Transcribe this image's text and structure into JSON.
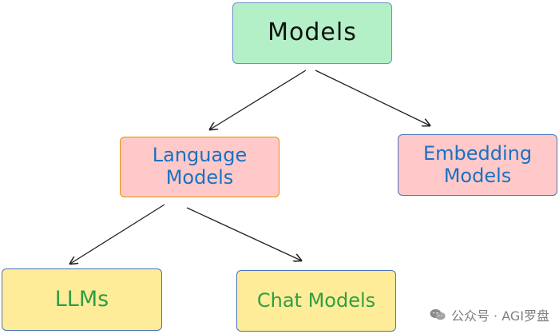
{
  "diagram": {
    "nodes": {
      "models": {
        "lines": [
          "Models"
        ]
      },
      "language_models": {
        "lines": [
          "Language",
          "Models"
        ]
      },
      "embedding_models": {
        "lines": [
          "Embedding",
          "Models"
        ]
      },
      "llms": {
        "lines": [
          "LLMs"
        ]
      },
      "chat_models": {
        "lines": [
          "Chat Models"
        ]
      }
    },
    "edges": [
      {
        "from": "Models",
        "to": "Language Models"
      },
      {
        "from": "Models",
        "to": "Embedding Models"
      },
      {
        "from": "Language Models",
        "to": "LLMs"
      },
      {
        "from": "Language Models",
        "to": "Chat Models"
      }
    ]
  },
  "watermark": {
    "text": "公众号 · AGI罗盘",
    "icon": "wechat-icon"
  },
  "colors": {
    "green_fill": "#b3f0c8",
    "pink_fill": "#ffc9c9",
    "yellow_fill": "#ffec99",
    "blue_text": "#1971c2",
    "green_text": "#2f9e44",
    "dark_text": "#111111",
    "watermark_text": "#7f7f7f"
  }
}
